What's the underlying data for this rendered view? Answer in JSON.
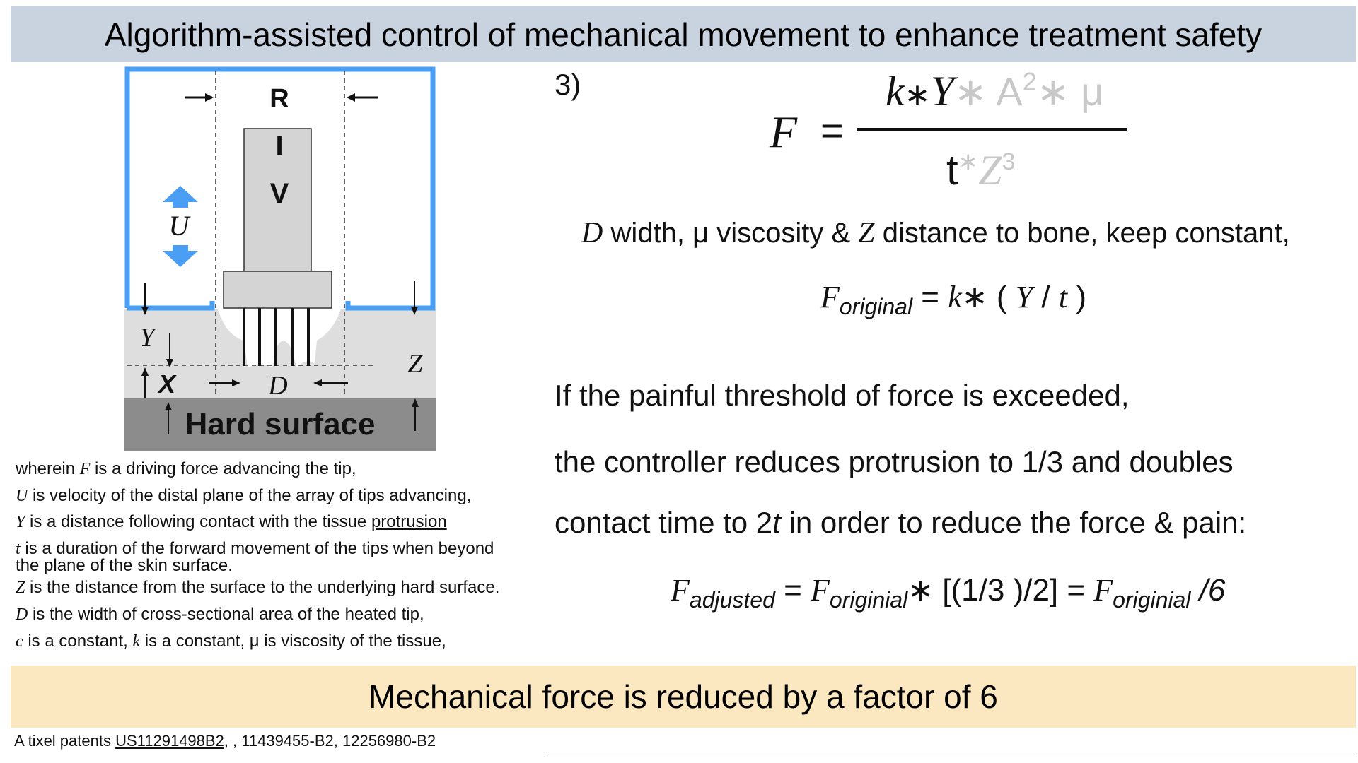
{
  "title": "Algorithm-assisted control of mechanical movement to enhance treatment safety",
  "diagram": {
    "label_r": "R",
    "label_i": "I",
    "label_v": "V",
    "label_u": "U",
    "label_y": "Y",
    "label_x": "X",
    "label_d": "D",
    "label_z": "Z",
    "hard_surface": "Hard surface",
    "colors": {
      "frame": "#4a9ff5",
      "tissue": "#dedede",
      "hard": "#8c8c8c",
      "probe": "#d4d4d4"
    }
  },
  "definitions": {
    "line1_pre": "wherein ",
    "line1_var": "F",
    "line1_post": " is a driving force advancing the tip,",
    "line2_var": "U",
    "line2_post": " is velocity of the distal plane of the array of tips advancing,",
    "line3_var": "Y",
    "line3_post": " is a distance following contact with the tissue ",
    "line3_link": "protrusion",
    "line4_var": "t",
    "line4_post": "  is a duration of the forward movement of the tips when beyond",
    "line4b": "the plane of the skin surface.",
    "line5_var": "Z",
    "line5_post": " is the distance from the surface to the underlying hard surface.",
    "line6_var": "D",
    "line6_post": " is the width of cross-sectional area of the heated tip,",
    "line7_var": "c",
    "line7_mid": "  is a constant, ",
    "line7_var2": "k",
    "line7_post": " is a constant, μ is viscosity of the tissue,"
  },
  "formula": {
    "number": "3)",
    "lhs": "F",
    "eq": "=",
    "num_k": "k",
    "num_star": "∗",
    "num_y": "Y",
    "num_faint": "∗ A",
    "num_sq": "2",
    "num_faint2": "∗ μ",
    "den_t": "t",
    "den_faint": "∗",
    "den_z": "Z",
    "den_cube": "3"
  },
  "constants": {
    "d_var": "D",
    "d_text": " width, μ viscosity & ",
    "z_var": "Z",
    "z_text": " distance to bone, keep constant,"
  },
  "original": {
    "f": "F",
    "sub": "original",
    "rhs_eq": " = ",
    "k": "k",
    "star": "∗ ( ",
    "y": "Y",
    "slash": " / ",
    "t": "t",
    "close": " )"
  },
  "statements": {
    "line1": "If the painful threshold of force is exceeded,",
    "line2": "the controller reduces protrusion to 1/3 and doubles",
    "line3_pre": "contact time to 2",
    "line3_t": "t",
    "line3_post": "  in order to reduce the force & pain:"
  },
  "adjusted": {
    "f1": "F",
    "sub1": "adjusted",
    "eq1": " = ",
    "f2": "F",
    "sub2": "originial",
    "mid": "∗ [(1/3 )/2] = ",
    "f3": "F",
    "sub3": "originial",
    "end": " /6"
  },
  "conclusion": "Mechanical force is reduced by a factor of 6",
  "footer": {
    "pre": "A tixel patents ",
    "link": "US11291498B2",
    "post": ", , 11439455-B2, 12256980-B2"
  }
}
